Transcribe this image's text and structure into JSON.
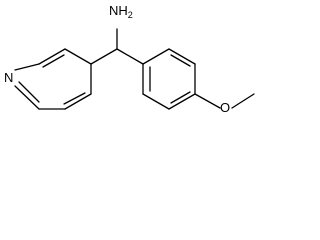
{
  "molecule": {
    "labels": {
      "amine_main": "NH",
      "amine_subscript": "2",
      "pyridine_nitrogen": "N",
      "ether_oxygen": "O"
    },
    "bond_color": "#000000",
    "background": "#ffffff"
  }
}
